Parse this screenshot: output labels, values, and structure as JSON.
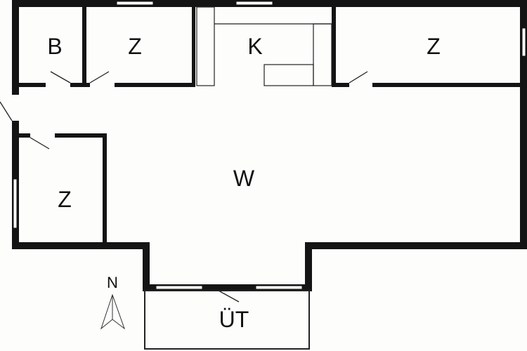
{
  "rooms": {
    "bathroom": "B",
    "room_top_left": "Z",
    "kitchen": "K",
    "room_top_right": "Z",
    "living": "W",
    "room_left": "Z",
    "terrace": "ÜT"
  },
  "compass": {
    "label": "N"
  },
  "colors": {
    "wall": "#111111",
    "background": "#fdfdfc"
  }
}
